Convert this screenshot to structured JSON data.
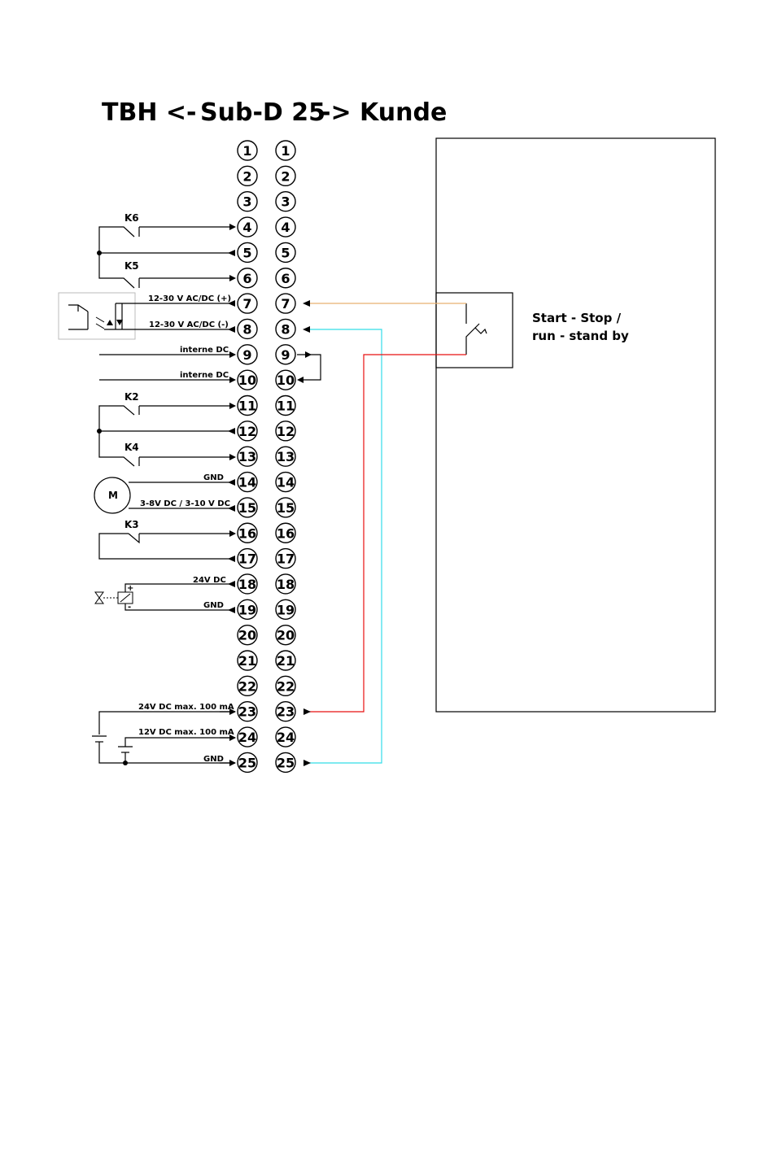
{
  "title": {
    "left": "TBH <-",
    "center": "Sub-D 25",
    "right": "-> Kunde"
  },
  "pins": [
    "1",
    "2",
    "3",
    "4",
    "5",
    "6",
    "7",
    "8",
    "9",
    "10",
    "11",
    "12",
    "13",
    "14",
    "15",
    "16",
    "17",
    "18",
    "19",
    "20",
    "21",
    "22",
    "23",
    "24",
    "25"
  ],
  "relays": {
    "k6": "K6",
    "k5": "K5",
    "k2": "K2",
    "k4": "K4",
    "k3": "K3"
  },
  "signals": {
    "p7": "12-30 V AC/DC (+)",
    "p8": "12-30 V AC/DC (-)",
    "p9": "interne DC",
    "p10": "interne DC",
    "p14": "GND",
    "p15": "3-8V DC / 3-10 V DC",
    "p18": "24V DC",
    "p19": "GND",
    "p23": "24V DC max. 100 mA",
    "p24": "12V DC max. 100 mA",
    "p25": "GND"
  },
  "motor": "M",
  "valve": {
    "plus": "+",
    "minus": "-"
  },
  "customer": {
    "line1": "Start - Stop /",
    "line2": "run - stand by"
  },
  "wire_colors": {
    "pin7": "#e8b070",
    "pin8": "#33dde8",
    "pin23": "#e81010"
  }
}
